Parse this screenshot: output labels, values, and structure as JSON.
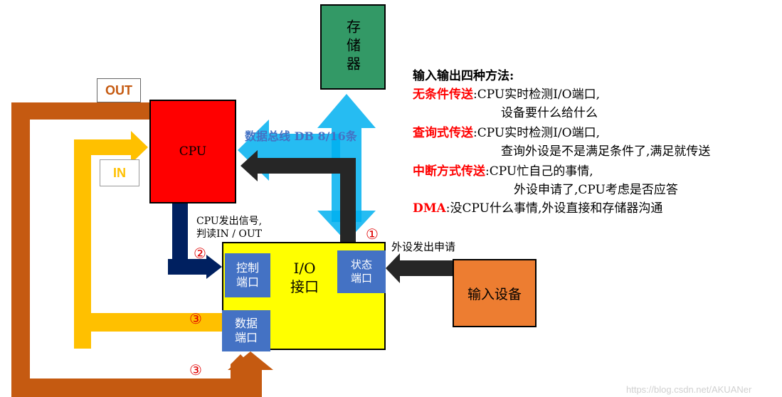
{
  "colors": {
    "cpu": "#ff0000",
    "memory": "#339966",
    "io": "#ffff00",
    "port": "#4472c4",
    "input_device": "#ed7d31",
    "out_line": "#c55a11",
    "in_line": "#ffc000",
    "bus": "#00b0f0",
    "status_arrow": "#262626",
    "control_arrow": "#002060"
  },
  "nodes": {
    "memory": "存储器",
    "cpu": "CPU",
    "io": "I/O接口",
    "control_port": "控制端口",
    "status_port": "状态端口",
    "data_port": "数据端口",
    "input_device": "输入设备"
  },
  "tags": {
    "out": "OUT",
    "in": "IN"
  },
  "labels": {
    "bus": "数据总线 DB  8/16条",
    "cpu_signal_1": "CPU发出信号,",
    "cpu_signal_2": "判读IN / OUT",
    "device_request": "外设发出申请",
    "step1": "①",
    "step2": "②",
    "step3a": "③",
    "step3b": "③",
    "watermark": "https://blog.csdn.net/AKUANer"
  },
  "legend": {
    "title": "输入输出四种方法:",
    "items": [
      {
        "name": "无条件传送",
        "desc1": ":CPU实时检测I/O端口,",
        "desc2": "设备要什么给什么"
      },
      {
        "name": "查询式传送",
        "desc1": ":CPU实时检测I/O端口,",
        "desc2": "查询外设是不是满足条件了,满足就传送"
      },
      {
        "name": "中断方式传送",
        "desc1": ":CPU忙自己的事情,",
        "desc2": "外设申请了,CPU考虑是否应答"
      },
      {
        "name": "DMA",
        "desc1": ":没CPU什么事情,外设直接和存储器沟通",
        "desc2": ""
      }
    ]
  }
}
